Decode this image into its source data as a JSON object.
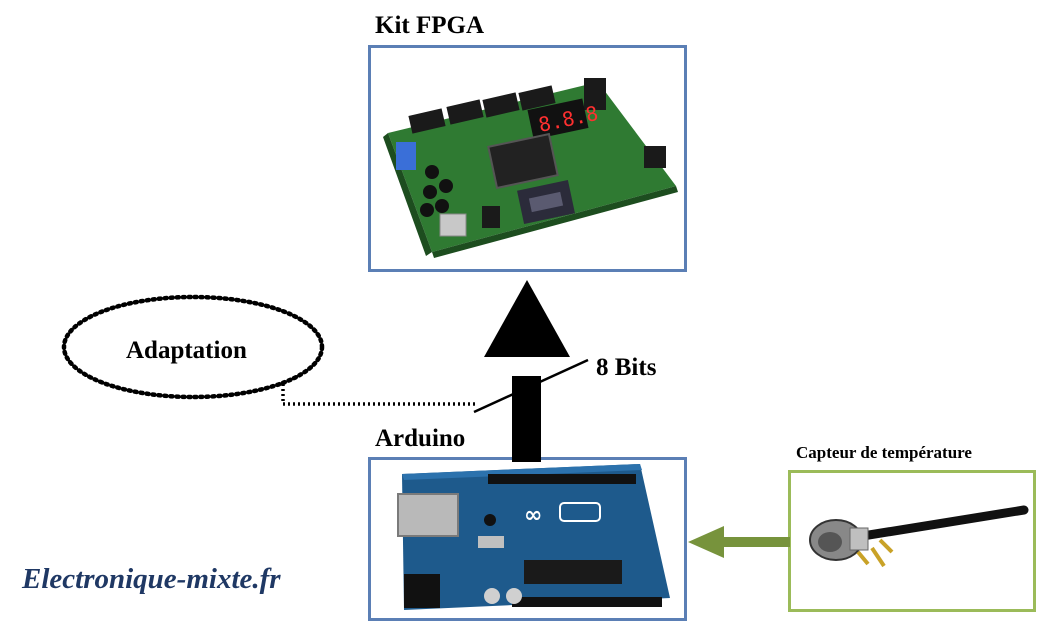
{
  "labels": {
    "fpga_title": "Kit FPGA",
    "arduino_title": "Arduino",
    "sensor_title": "Capteur de température",
    "bus_width": "8 Bits",
    "adaptation": "Adaptation",
    "watermark": "Electronique-mixte.fr"
  },
  "colors": {
    "box_border": "#5b7fb5",
    "sensor_border": "#9bbb59",
    "sensor_arrow": "#77933c",
    "watermark": "#1f3864"
  }
}
